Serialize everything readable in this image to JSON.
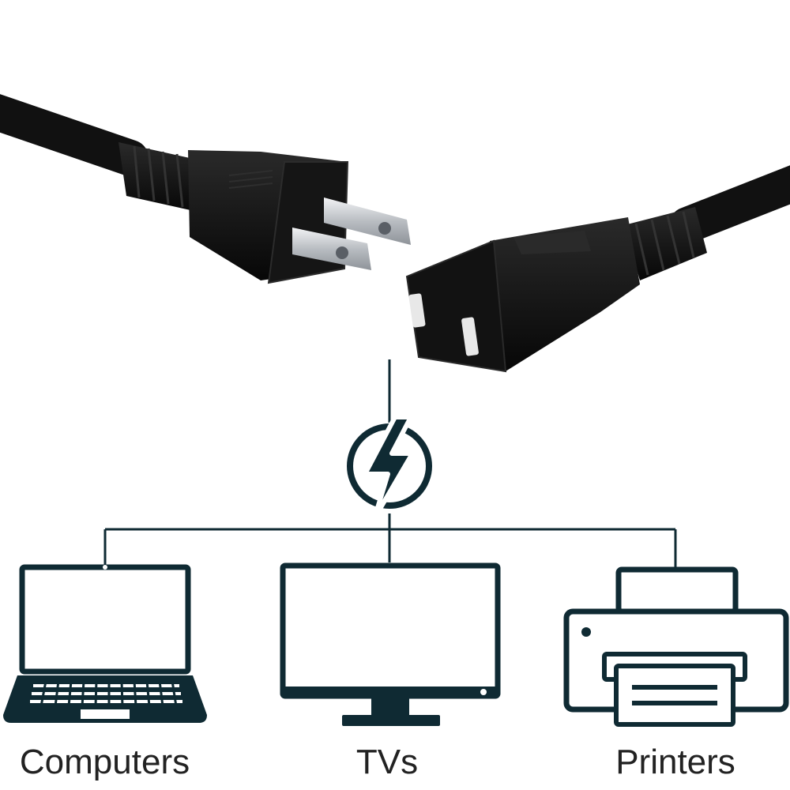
{
  "labels": {
    "computers": "Computers",
    "tvs": "TVs",
    "printers": "Printers"
  },
  "icons": {
    "power": "lightning-bolt-in-circle",
    "computer": "laptop",
    "tv": "monitor",
    "printer": "printer"
  },
  "colors": {
    "line": "#0f2a33",
    "cable": "#111111",
    "pin": "#c9ccd0",
    "label": "#222222"
  }
}
